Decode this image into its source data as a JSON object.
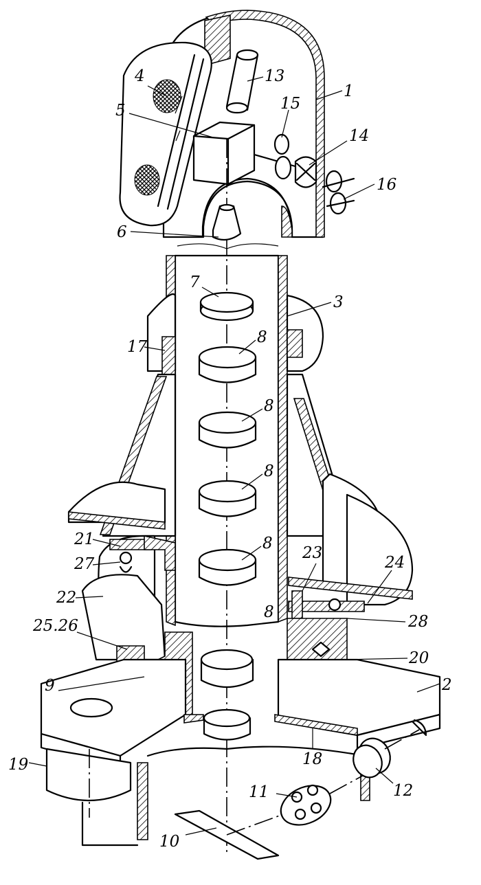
{
  "figure": {
    "callouts": [
      {
        "id": "c1",
        "text": "1"
      },
      {
        "id": "c2",
        "text": "2"
      },
      {
        "id": "c3",
        "text": "3"
      },
      {
        "id": "c4",
        "text": "4"
      },
      {
        "id": "c5",
        "text": "5"
      },
      {
        "id": "c6",
        "text": "6"
      },
      {
        "id": "c7",
        "text": "7"
      },
      {
        "id": "c8a",
        "text": "8"
      },
      {
        "id": "c8b",
        "text": "8"
      },
      {
        "id": "c8c",
        "text": "8"
      },
      {
        "id": "c8d",
        "text": "8"
      },
      {
        "id": "c8e",
        "text": "8"
      },
      {
        "id": "c9",
        "text": "9"
      },
      {
        "id": "c10",
        "text": "10"
      },
      {
        "id": "c11",
        "text": "11"
      },
      {
        "id": "c12",
        "text": "12"
      },
      {
        "id": "c13",
        "text": "13"
      },
      {
        "id": "c14",
        "text": "14"
      },
      {
        "id": "c15",
        "text": "15"
      },
      {
        "id": "c16",
        "text": "16"
      },
      {
        "id": "c17",
        "text": "17"
      },
      {
        "id": "c18",
        "text": "18"
      },
      {
        "id": "c19",
        "text": "19"
      },
      {
        "id": "c20",
        "text": "20"
      },
      {
        "id": "c21",
        "text": "21"
      },
      {
        "id": "c22",
        "text": "22"
      },
      {
        "id": "c23",
        "text": "23"
      },
      {
        "id": "c24",
        "text": "24"
      },
      {
        "id": "c2526",
        "text": "25.26"
      },
      {
        "id": "c27",
        "text": "27"
      },
      {
        "id": "c28",
        "text": "28"
      }
    ]
  }
}
